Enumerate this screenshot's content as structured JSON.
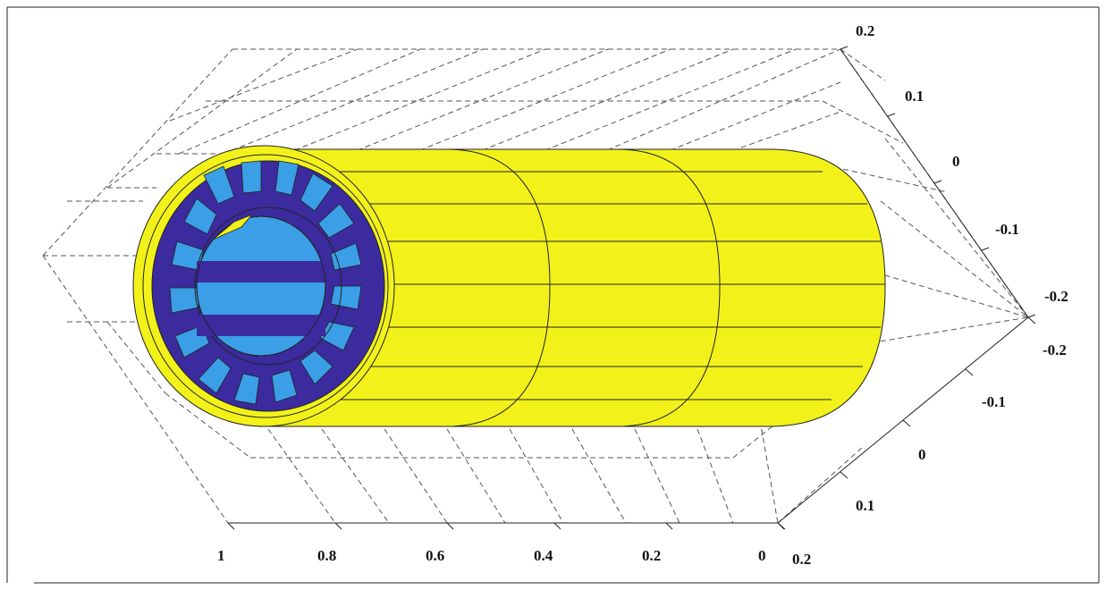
{
  "figure": {
    "x_axis_ticks": [
      "1",
      "0.8",
      "0.6",
      "0.4",
      "0.2",
      "0"
    ],
    "right_axis_ticks": [
      "0.2",
      "0.1",
      "0",
      "-0.1",
      "-0.2"
    ],
    "front_axis_ticks": [
      "-0.2",
      "-0.1",
      "0",
      "0.1",
      "0.2"
    ],
    "colors": {
      "sheath": "#f2f21a",
      "dark_ring": "#3b2b9e",
      "light_fill": "#3a9fe6",
      "grid": "#555555",
      "axis": "#222222"
    }
  }
}
